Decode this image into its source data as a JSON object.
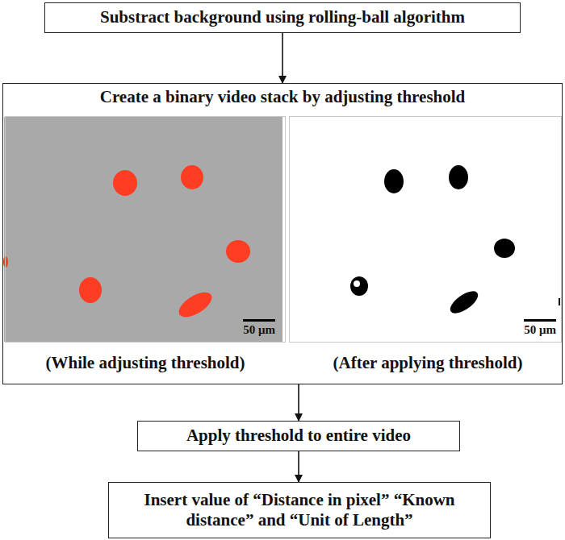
{
  "diagram": {
    "nodes": [
      {
        "text": [
          "Substract background using rolling-ball algorithm"
        ]
      },
      {
        "text": [
          "Create a binary video stack by adjusting threshold"
        ]
      },
      {
        "text": [
          "50 μm"
        ],
        "in": 1
      },
      {
        "text": [
          "50 μm"
        ],
        "in": 1
      },
      {
        "text": [
          "Apply threshold to entire video"
        ]
      },
      {
        "text": [
          "Insert value of “Distance in pixel” “Known distance” and “Unit of Length”"
        ]
      }
    ],
    "edges": [
      {
        "from": 0,
        "to": 1,
        "arrow": "to"
      },
      {
        "from": 1,
        "to": 4,
        "arrow": "to"
      },
      {
        "from": 4,
        "to": 5,
        "arrow": "to"
      }
    ],
    "labels": [
      "(While adjusting threshold)",
      "(After applying threshold)"
    ]
  }
}
